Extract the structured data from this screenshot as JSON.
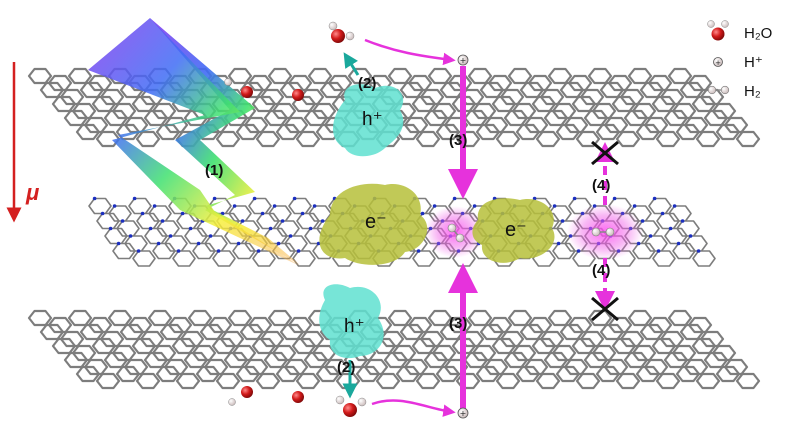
{
  "axis": {
    "symbol": "μ",
    "color": "#d42020"
  },
  "labels": {
    "step1": "(1)",
    "step2_top": "(2)",
    "step2_bottom": "(2)",
    "step3_top": "(3)",
    "step3_bottom": "(3)",
    "step4_top": "(4)",
    "step4_bottom": "(4)"
  },
  "carriers": {
    "hole": "h⁺",
    "electron": "e⁻"
  },
  "legend": [
    {
      "icon": "water-molecule-icon",
      "text": "H₂O"
    },
    {
      "icon": "proton-icon",
      "text": "H⁺"
    },
    {
      "icon": "hydrogen-molecule-icon",
      "text": "H₂"
    }
  ],
  "colors": {
    "graphene": "#7d7d7d",
    "nitrogen": "#1c2fbf",
    "oxygen": "#cc1a1a",
    "hole_cloud": "#5fe0d0",
    "electron_cloud": "#b6bf3a",
    "magenta": "#e632dc",
    "teal_arrow": "#1aa89c"
  }
}
